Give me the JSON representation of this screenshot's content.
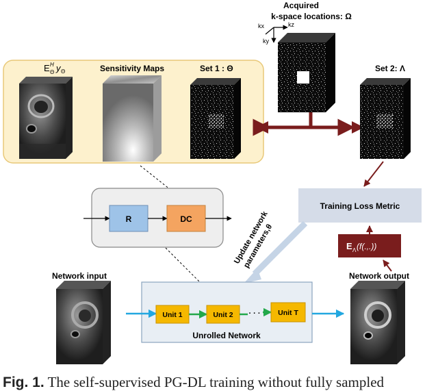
{
  "figure": {
    "acquired_title_line1": "Acquired",
    "acquired_title_line2": "k-space locations: Ω",
    "axis_kx": "kx",
    "axis_kz": "kz",
    "axis_ky": "ky",
    "label_eh": "E",
    "label_eh_sup": "H",
    "label_eh_sub": "Θ",
    "label_eh_y": "y",
    "label_eh_y_sub": "Θ",
    "label_sensitivity": "Sensitivity Maps",
    "label_set1": "Set 1 : Θ",
    "label_set2": "Set 2: Λ",
    "block_r": "R",
    "block_dc": "DC",
    "training_loss": "Training Loss Metric",
    "update_line1": "Update network",
    "update_line2": "parameters,θ",
    "loss_fn_E": "E",
    "loss_fn_sub": "Λ",
    "loss_fn_rest": "(f(.,.))",
    "network_input": "Network input",
    "network_output": "Network output",
    "unit1": "Unit 1",
    "unit2": "Unit 2",
    "unit_dots": "· · ·",
    "unitT": "Unit T",
    "unrolled": "Unrolled Network"
  },
  "caption": {
    "prefix": "Fig. 1.",
    "text": "The self-supervised PG-DL training without fully sampled"
  },
  "colors": {
    "yellow_panel": "#fdf1cd",
    "yellow_border": "#e8c878",
    "blue_block": "#9ec3e8",
    "orange_block": "#f4a460",
    "grey_box": "#eeeeee",
    "unit_fill": "#f5b800",
    "loss_box": "#d5dce8",
    "maroon": "#7a1d1d",
    "cyan_arrow": "#22a7e0",
    "green_arrow": "#22a84a",
    "light_blue_arrow": "#c5d4e6",
    "unrolled_fill": "#e8eef4",
    "unrolled_border": "#8aa4bf"
  }
}
